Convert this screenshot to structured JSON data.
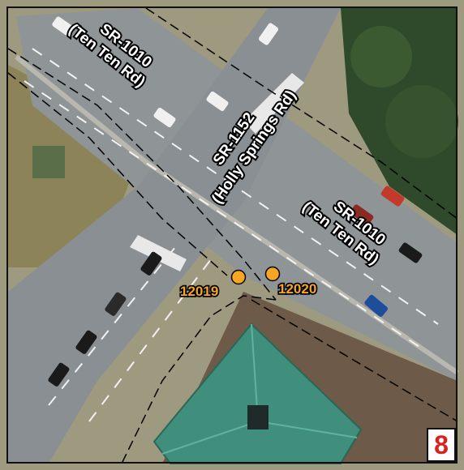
{
  "roads": {
    "ten_ten_upper": {
      "line1": "SR-1010",
      "line2": "(Ten Ten Rd)"
    },
    "holly_springs": {
      "line1": "SR-1152",
      "line2": "(Holly Springs Rd)"
    },
    "ten_ten_lower": {
      "line1": "SR-1010",
      "line2": "(Ten Ten Rd)"
    }
  },
  "points": [
    {
      "id": "12019",
      "color": "#f6a623"
    },
    {
      "id": "12020",
      "color": "#f6a623"
    }
  ],
  "page_badge": "8",
  "colors": {
    "asphalt": "#8f9497",
    "grass": "#8a8a55",
    "trees": "#2f4a2a",
    "roof": "#3f8f7c",
    "marker": "#f6a623",
    "badge_text": "#d9221c"
  }
}
